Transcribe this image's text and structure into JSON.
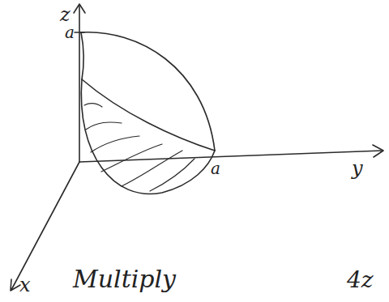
{
  "diagram": {
    "labels": [
      "z",
      "a",
      "a",
      "y",
      "x",
      "Multiply",
      "4z"
    ]
  }
}
